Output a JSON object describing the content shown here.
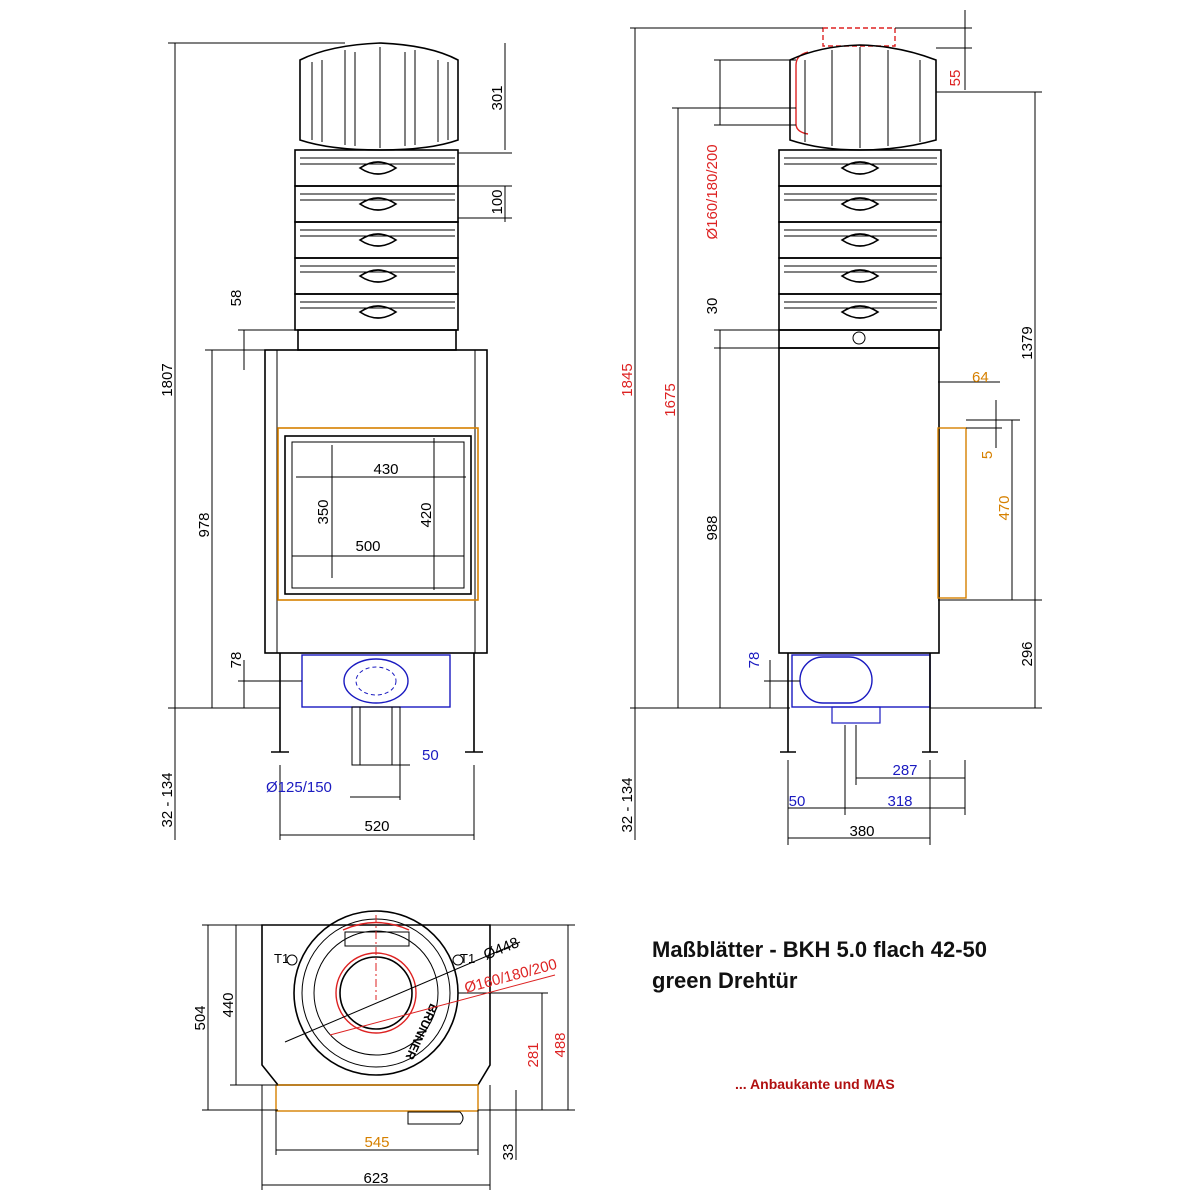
{
  "title": {
    "line1": "Maßblätter - BKH 5.0 flach 42-50",
    "line2": "green Drehtür"
  },
  "note": "... Anbaukante und MAS",
  "colors": {
    "outline": "#000000",
    "red_dimension": "#dd2222",
    "orange_dimension": "#d68000",
    "blue_dimension": "#1a1ac0"
  },
  "front_view": {
    "overall_height": "1807",
    "feet": "32 - 134",
    "top_offset": "58",
    "body_height": "978",
    "bottom_offset": "78",
    "top_stack": "301",
    "ring": "100",
    "window_width": "430",
    "window_height": "350",
    "glass_height": "420",
    "glass_width": "500",
    "outlet_diameter": "Ø125/150",
    "offset_50": "50",
    "width": "520"
  },
  "side_view": {
    "overall_height": "1845",
    "outlet_height": "1675",
    "flue_diameter": "Ø160/180/200",
    "gap_30": "30",
    "body_height": "988",
    "bottom_offset": "78",
    "top_offset": "55",
    "stack_height": "1379",
    "side_64": "64",
    "side_5": "5",
    "side_470": "470",
    "side_296": "296",
    "feet": "32 - 134",
    "depth_287": "287",
    "depth_318": "318",
    "offset_50": "50",
    "depth_380": "380"
  },
  "top_view": {
    "depth_504": "504",
    "depth_440": "440",
    "t1_left": "T1",
    "t1_right": "T1",
    "diameter_448": "Ø448",
    "flue_diameter": "Ø160/180/200",
    "offset_281": "281",
    "offset_488": "488",
    "width_545": "545",
    "width_623": "623",
    "offset_33": "33",
    "brand": "BRUNNER"
  }
}
